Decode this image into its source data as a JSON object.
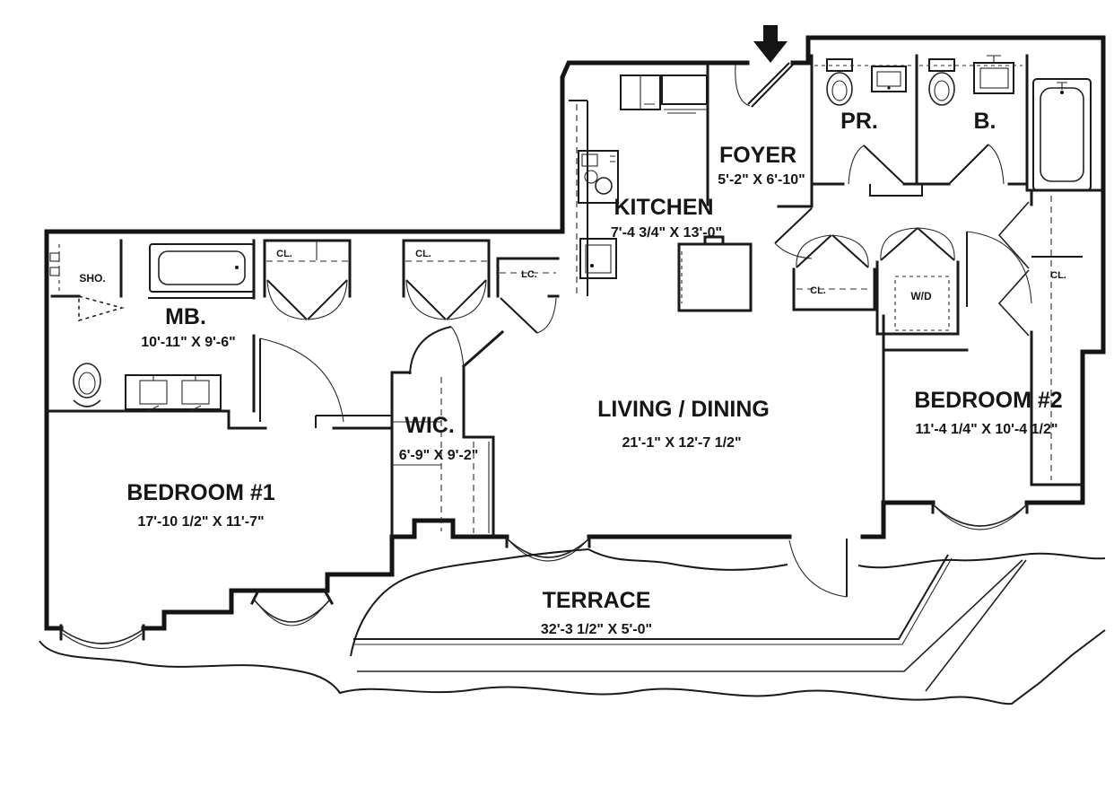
{
  "plan": {
    "type": "apartment-floor-plan",
    "colors": {
      "line": "#141414",
      "background": "#ffffff"
    },
    "entry": {
      "marker": "entry-arrow"
    },
    "rooms": {
      "foyer": {
        "name": "FOYER",
        "dims": "5'-2\" X 6'-10\""
      },
      "kitchen": {
        "name": "KITCHEN",
        "dims": "7'-4 3/4\" X 13'-0\""
      },
      "powder_room": {
        "name": "PR."
      },
      "bathroom": {
        "name": "B."
      },
      "master_bath": {
        "name": "MB.",
        "dims": "10'-11\" X 9'-6\""
      },
      "shower": {
        "name": "SHO."
      },
      "bedroom_1": {
        "name": "BEDROOM #1",
        "dims": "17'-10 1/2\" X 11'-7\""
      },
      "wic": {
        "name": "WIC.",
        "dims": "6'-9\" X 9'-2\""
      },
      "living_dining": {
        "name": "LIVING / DINING",
        "dims": "21'-1\" X 12'-7 1/2\""
      },
      "bedroom_2": {
        "name": "BEDROOM #2",
        "dims": "11'-4 1/4\" X 10'-4 1/2\""
      },
      "terrace": {
        "name": "TERRACE",
        "dims": "32'-3 1/2\" X 5'-0\""
      }
    },
    "closets": {
      "hall_closet_1": "CL.",
      "hall_closet_2": "CL.",
      "linen_closet": "LC.",
      "bedroom2_hall_closet": "CL.",
      "washer_dryer": "W/D",
      "bedroom2_closet": "CL."
    }
  }
}
